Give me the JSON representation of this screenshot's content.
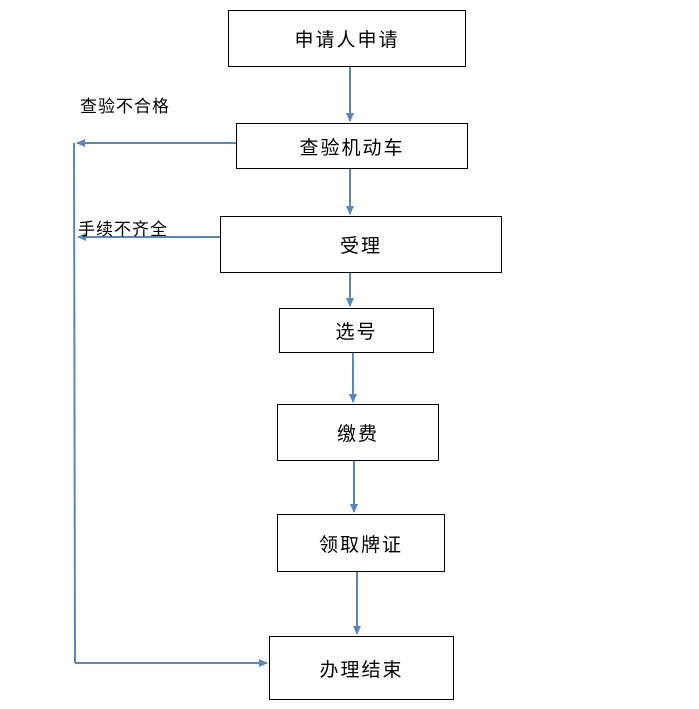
{
  "steps": {
    "apply": "申请人申请",
    "inspect": "查验机动车",
    "accept": "受理",
    "select": "选号",
    "pay": "缴费",
    "collect": "领取牌证",
    "finish": "办理结束"
  },
  "labels": {
    "inspect_fail": "查验不合格",
    "docs_incomplete": "手续不齐全"
  },
  "colors": {
    "arrow": "#5b86b8",
    "box_border": "#000000",
    "text": "#000000"
  }
}
